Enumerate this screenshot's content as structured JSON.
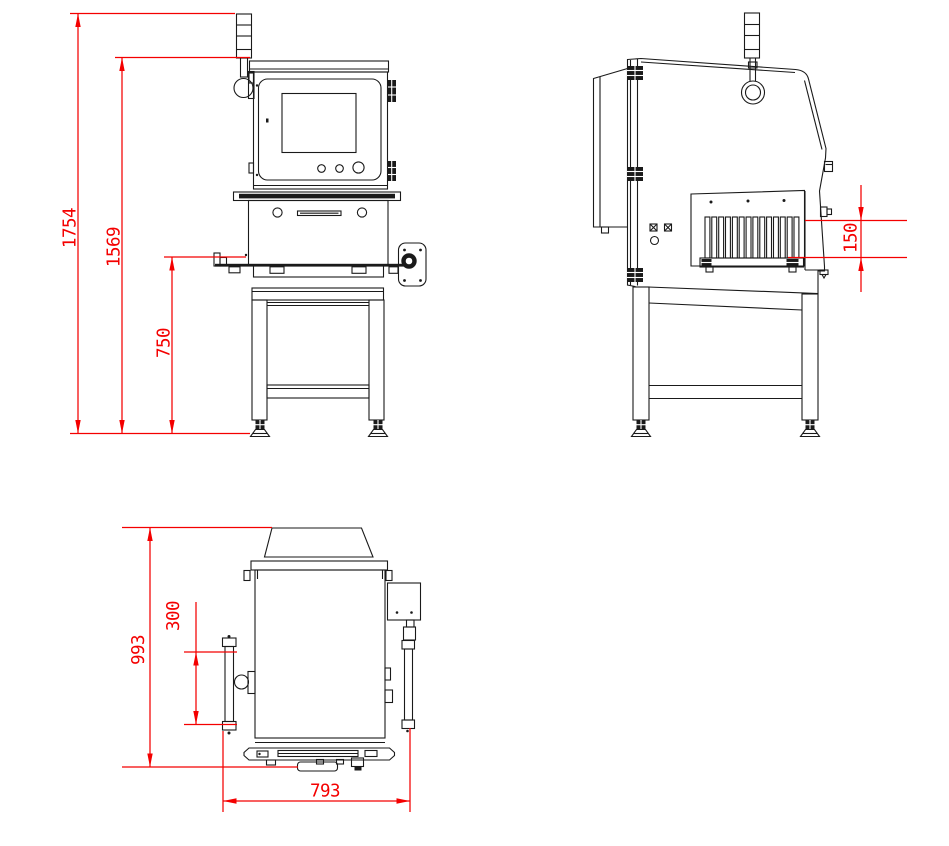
{
  "colors": {
    "line": "#1a1a1a",
    "dimension": "#f40000",
    "background": "#ffffff"
  },
  "dimensions": {
    "front": {
      "total_height": "1754",
      "head_top_height": "1569",
      "belt_height": "750"
    },
    "side": {
      "tunnel_height": "150"
    },
    "top": {
      "depth": "993",
      "belt_width": "300",
      "width": "793"
    }
  }
}
